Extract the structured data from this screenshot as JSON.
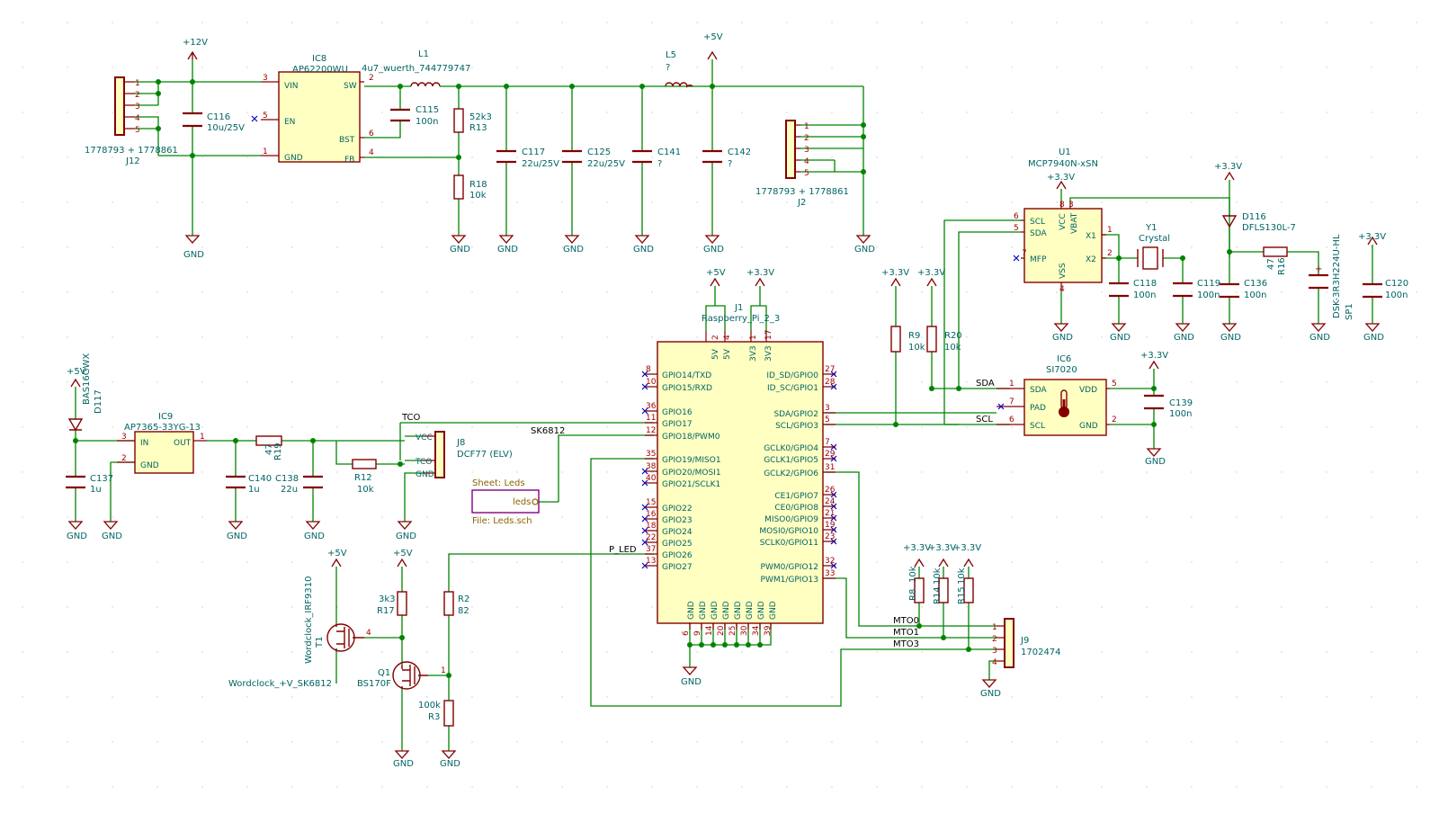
{
  "colors": {
    "wire": "#008400",
    "component": "#840000",
    "component_fill": "#ffffc2",
    "text": "#006464",
    "pin_number": "#a00000",
    "no_connect": "#0000c8",
    "sheet": "#840084",
    "background": "#ffffff"
  },
  "power": {
    "p12v": "+12V",
    "p5v": "+5V",
    "p3v3": "+3.3V",
    "gnd": "GND"
  },
  "pin_numbers": [
    "1",
    "2",
    "3",
    "4",
    "5",
    "6",
    "7",
    "8"
  ],
  "connectors": {
    "J12": {
      "ref": "J12",
      "value": "1778793 + 1778861"
    },
    "J2": {
      "ref": "J2",
      "value": "1778793 + 1778861"
    },
    "J8": {
      "ref": "J8",
      "value": "DCF77 (ELV)",
      "pins": [
        "VCC",
        "TCO",
        "GND"
      ]
    },
    "J9": {
      "ref": "J9",
      "value": "1702474"
    },
    "J1": {
      "ref": "J1",
      "value": "Raspberry_Pi_2_3"
    }
  },
  "ics": {
    "IC8": {
      "ref": "IC8",
      "value": "AP62200WU",
      "pins": [
        "VIN",
        "EN",
        "GND",
        "SW",
        "BST",
        "FB"
      ]
    },
    "IC9": {
      "ref": "IC9",
      "value": "AP7365-33YG-13",
      "pins": [
        "IN",
        "OUT",
        "GND"
      ]
    },
    "IC6": {
      "ref": "IC6",
      "value": "SI7020",
      "pins": [
        "SDA",
        "PAD",
        "SCL",
        "VDD",
        "GND"
      ]
    },
    "U1": {
      "ref": "U1",
      "value": "MCP7940N-xSN",
      "pins": [
        "SCL",
        "SDA",
        "MFP",
        "VCC",
        "VBAT",
        "X1",
        "X2",
        "VSS"
      ]
    }
  },
  "passives": {
    "L1": {
      "ref": "L1",
      "value": "4u7_wuerth_744779747"
    },
    "L5": {
      "ref": "L5",
      "value": "?"
    },
    "C116": {
      "ref": "C116",
      "value": "10u/25V"
    },
    "C115": {
      "ref": "C115",
      "value": "100n"
    },
    "R13": {
      "ref": "R13",
      "value": "52k3"
    },
    "R18": {
      "ref": "R18",
      "value": "10k"
    },
    "C117": {
      "ref": "C117",
      "value": "22u/25V"
    },
    "C125": {
      "ref": "C125",
      "value": "22u/25V"
    },
    "C141": {
      "ref": "C141",
      "value": "?"
    },
    "C142": {
      "ref": "C142",
      "value": "?"
    },
    "C137": {
      "ref": "C137",
      "value": "1u"
    },
    "R19": {
      "ref": "R19",
      "value": "47"
    },
    "C140": {
      "ref": "C140",
      "value": "1u"
    },
    "C138": {
      "ref": "C138",
      "value": "22u"
    },
    "R12": {
      "ref": "R12",
      "value": "10k"
    },
    "R9": {
      "ref": "R9",
      "value": "10k"
    },
    "R20": {
      "ref": "R20",
      "value": "10k"
    },
    "C139": {
      "ref": "C139",
      "value": "100n"
    },
    "Y1": {
      "ref": "Y1",
      "value": "Crystal"
    },
    "C118": {
      "ref": "C118",
      "value": "100n"
    },
    "C119": {
      "ref": "C119",
      "value": "100n"
    },
    "C136": {
      "ref": "C136",
      "value": "100n"
    },
    "R16": {
      "ref": "R16",
      "value": "47"
    },
    "C120": {
      "ref": "C120",
      "value": "100n"
    },
    "R8": {
      "ref": "R8",
      "value": "10k"
    },
    "R14": {
      "ref": "R14",
      "value": "10k"
    },
    "R15": {
      "ref": "R15",
      "value": "10k"
    },
    "R17": {
      "ref": "R17",
      "value": "3k3"
    },
    "R2": {
      "ref": "R2",
      "value": "82"
    },
    "R3": {
      "ref": "R3",
      "value": "100k"
    }
  },
  "semis": {
    "D117": {
      "ref": "D117",
      "value": "BAS16GWX"
    },
    "D116": {
      "ref": "D116",
      "value": "DFLS130L-7"
    },
    "SP1": {
      "ref": "SP1",
      "value": "DSK-3R3H224U-HL"
    },
    "T1": {
      "ref": "T1",
      "value": "Wordclock_IRF9310",
      "extra": "Wordclock_+V_SK6812"
    },
    "Q1": {
      "ref": "Q1",
      "value": "BS170F"
    }
  },
  "rpi": {
    "left_pins": [
      {
        "num": "8",
        "name": "GPIO14/TXD"
      },
      {
        "num": "10",
        "name": "GPIO15/RXD"
      },
      {
        "num": "36",
        "name": "GPIO16"
      },
      {
        "num": "11",
        "name": "GPIO17"
      },
      {
        "num": "12",
        "name": "GPIO18/PWM0"
      },
      {
        "num": "35",
        "name": "GPIO19/MISO1"
      },
      {
        "num": "38",
        "name": "GPIO20/MOSI1"
      },
      {
        "num": "40",
        "name": "GPIO21/SCLK1"
      },
      {
        "num": "15",
        "name": "GPIO22"
      },
      {
        "num": "16",
        "name": "GPIO23"
      },
      {
        "num": "18",
        "name": "GPIO24"
      },
      {
        "num": "22",
        "name": "GPIO25"
      },
      {
        "num": "37",
        "name": "GPIO26"
      },
      {
        "num": "13",
        "name": "GPIO27"
      }
    ],
    "right_pins": [
      {
        "num": "27",
        "name": "ID_SD/GPIO0"
      },
      {
        "num": "28",
        "name": "ID_SC/GPIO1"
      },
      {
        "num": "3",
        "name": "SDA/GPIO2"
      },
      {
        "num": "5",
        "name": "SCL/GPIO3"
      },
      {
        "num": "7",
        "name": "GCLK0/GPIO4"
      },
      {
        "num": "29",
        "name": "GCLK1/GPIO5"
      },
      {
        "num": "31",
        "name": "GCLK2/GPIO6"
      },
      {
        "num": "26",
        "name": "CE1/GPIO7"
      },
      {
        "num": "24",
        "name": "CE0/GPIO8"
      },
      {
        "num": "21",
        "name": "MISO0/GPIO9"
      },
      {
        "num": "19",
        "name": "MOSI0/GPIO10"
      },
      {
        "num": "23",
        "name": "SCLK0/GPIO11"
      },
      {
        "num": "32",
        "name": "PWM0/GPIO12"
      },
      {
        "num": "33",
        "name": "PWM1/GPIO13"
      }
    ],
    "top_pins": [
      {
        "num": "2",
        "name": "5V"
      },
      {
        "num": "4",
        "name": "5V"
      },
      {
        "num": "1",
        "name": "3V3"
      },
      {
        "num": "17",
        "name": "3V3"
      }
    ],
    "gnd_pins": [
      "6",
      "9",
      "14",
      "20",
      "25",
      "30",
      "34",
      "39"
    ],
    "gnd_name": "GND"
  },
  "nets": {
    "tco": "TCO",
    "sk6812": "SK6812",
    "p_led": "P_LED",
    "sda": "SDA",
    "scl": "SCL",
    "mto0": "MTO0",
    "mto1": "MTO1",
    "mto2": "MTO3"
  },
  "sheet": {
    "name": "Sheet: Leds",
    "file": "File: Leds.sch",
    "pin": "leds"
  }
}
